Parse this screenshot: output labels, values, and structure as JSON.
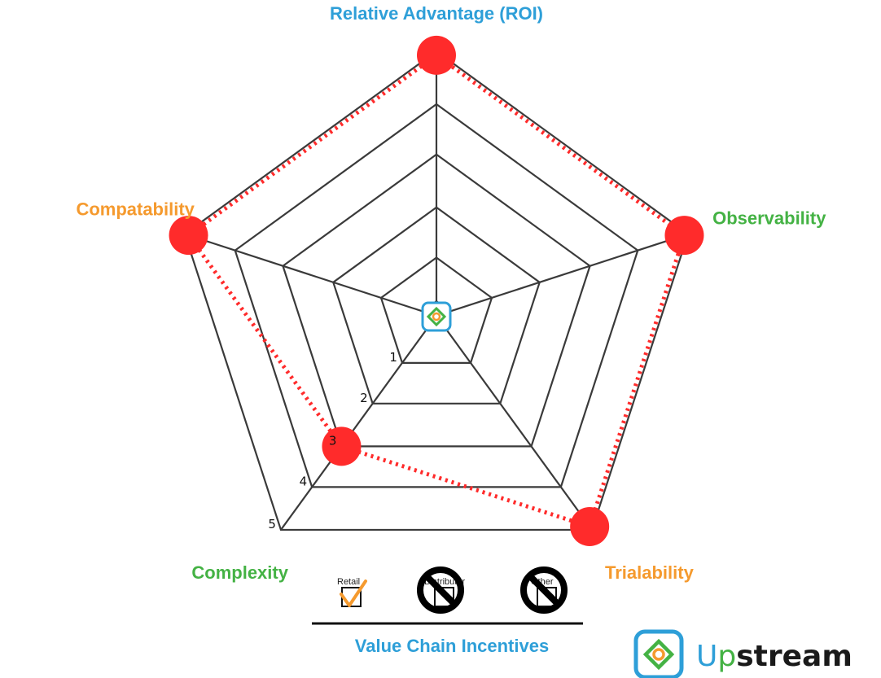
{
  "chart_data": {
    "type": "radar",
    "axes": [
      {
        "name": "Relative Advantage (ROI)",
        "value": 5,
        "color": "#2e9fd8",
        "anchor": "middle"
      },
      {
        "name": "Observability",
        "value": 5,
        "color": "#44b244",
        "anchor": "start"
      },
      {
        "name": "Trialability",
        "value": 5,
        "color": "#f59a2e",
        "anchor": "start"
      },
      {
        "name": "Complexity",
        "value": 3,
        "color": "#44b244",
        "anchor": "end"
      },
      {
        "name": "Compatability",
        "value": 5,
        "color": "#f59a2e",
        "anchor": "end"
      }
    ],
    "scale_ticks": [
      "1",
      "2",
      "3",
      "4",
      "5"
    ],
    "rmax": 5,
    "grid": true,
    "series_color": "#ff2b2b",
    "line_style": "dotted"
  },
  "value_chain": {
    "title": "Value Chain Incentives",
    "items": [
      {
        "label": "Retail",
        "state": "checked"
      },
      {
        "label": "Distributor",
        "state": "prohibited"
      },
      {
        "label": "Other",
        "state": "prohibited"
      }
    ]
  },
  "brand": {
    "name_part1": "U",
    "name_part2": "p",
    "name_part3": "stream",
    "accent": "#2e9fd8",
    "accent2": "#44b244"
  }
}
